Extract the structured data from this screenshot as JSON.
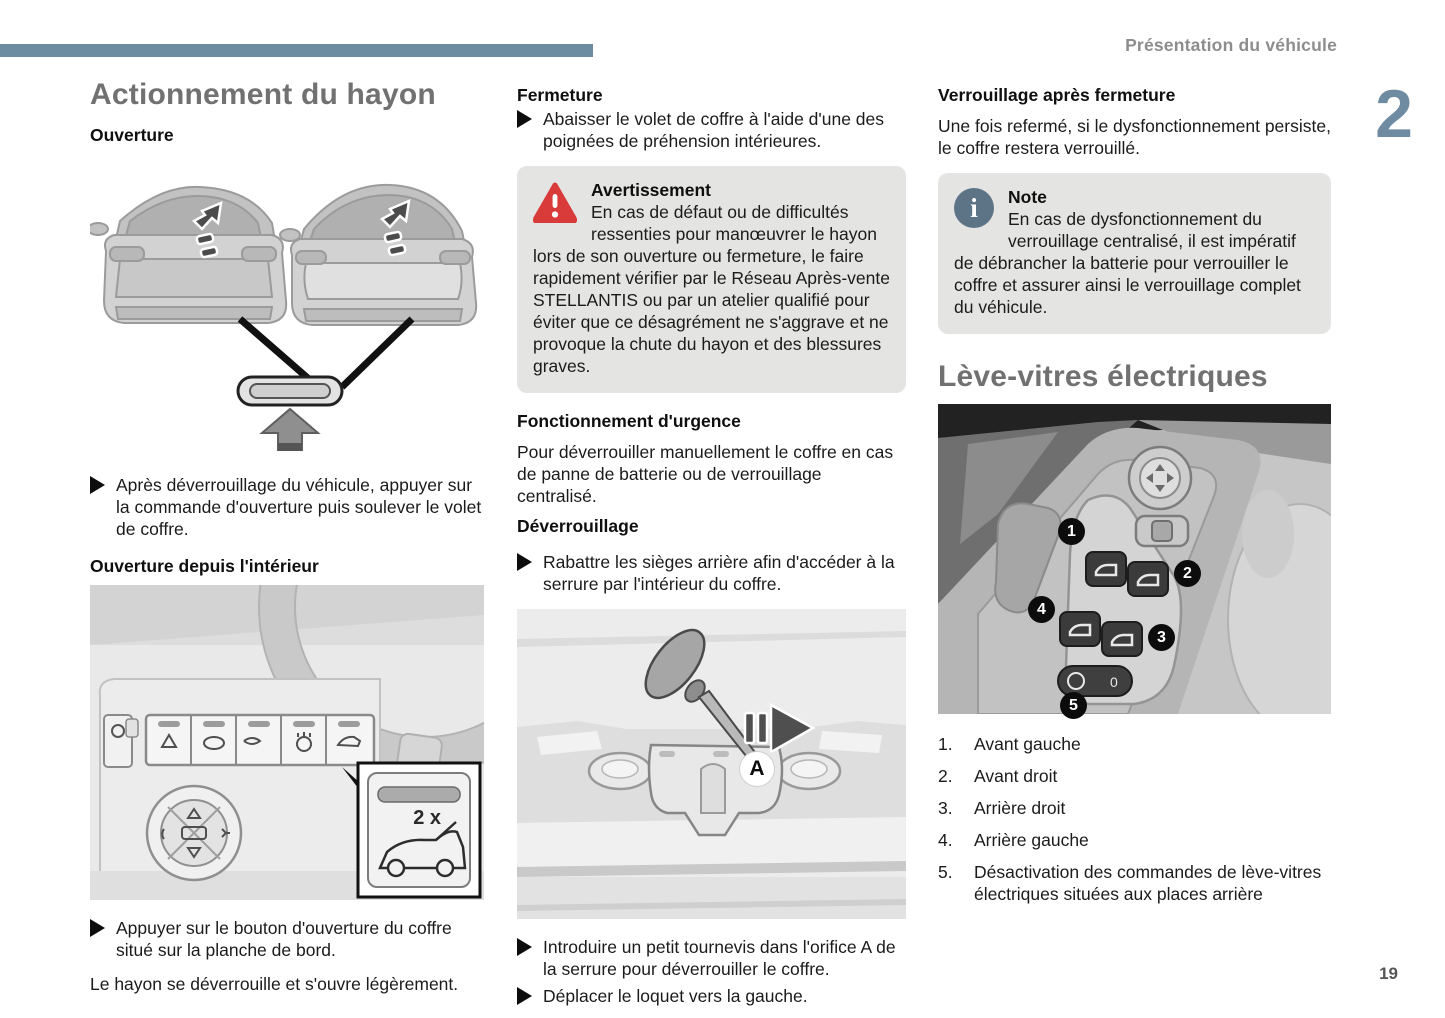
{
  "header": {
    "breadcrumb": "Présentation du véhicule",
    "chapter_number": "2",
    "accent_color": "#6d8ba1"
  },
  "page_number": "19",
  "icons": {
    "warning": "red-rounded-triangle-exclamation",
    "note": "info-circle-i",
    "bullet": "black-right-triangle"
  },
  "colors": {
    "accent": "#6d8ba1",
    "warning_red": "#d93a3a",
    "box_background": "#e4e4e2",
    "title_gray": "#717171"
  },
  "col1": {
    "title": "Actionnement du hayon",
    "section1_heading": "Ouverture",
    "bullet1": "Après déverrouillage du véhicule, appuyer sur la commande d'ouverture puis soulever le volet de coffre.",
    "section2_heading": "Ouverture depuis l'intérieur",
    "inset_label": "2 x",
    "bullet2": "Appuyer sur le bouton d'ouverture du coffre situé sur la planche de bord.",
    "closing_text": "Le hayon se déverrouille et s'ouvre légèrement."
  },
  "col2": {
    "section1_heading": "Fermeture",
    "bullet1": "Abaisser le volet de coffre à l'aide d'une des poignées de préhension intérieures.",
    "warning": {
      "title": "Avertissement",
      "body": "En cas de défaut ou de difficultés ressenties pour manœuvrer le hayon lors de son ouverture ou fermeture, le faire rapidement vérifier par le Réseau Après-vente STELLANTIS ou par un atelier qualifié pour éviter que ce désagrément ne s'aggrave et ne provoque la chute du hayon et des blessures graves."
    },
    "section2_heading": "Fonctionnement d'urgence",
    "para1": "Pour déverrouiller manuellement le coffre en cas de panne de batterie ou de verrouillage centralisé.",
    "section3_heading": "Déverrouillage",
    "bullet2": "Rabattre les sièges arrière afin d'accéder à la serrure par l'intérieur du coffre.",
    "image_label": "A",
    "bullet3": "Introduire un petit tournevis dans l'orifice A de la serrure pour déverrouiller le coffre.",
    "bullet4": "Déplacer le loquet vers la gauche."
  },
  "col3": {
    "section1_heading": "Verrouillage après fermeture",
    "para1": "Une fois refermé, si le dysfonctionnement persiste, le coffre restera verrouillé.",
    "note": {
      "title": "Note",
      "body": "En cas de dysfonctionnement du verrouillage centralisé, il est impératif de débrancher la batterie pour verrouiller le coffre et assurer ainsi le verrouillage complet du véhicule."
    },
    "title2": "Lève-vitres électriques",
    "callouts": [
      "1",
      "2",
      "3",
      "4",
      "5"
    ],
    "list": [
      {
        "num": "1.",
        "text": "Avant gauche"
      },
      {
        "num": "2.",
        "text": "Avant droit"
      },
      {
        "num": "3.",
        "text": "Arrière droit"
      },
      {
        "num": "4.",
        "text": "Arrière gauche"
      },
      {
        "num": "5.",
        "text": "Désactivation des commandes de lève-vitres électriques situées aux places arrière"
      }
    ]
  }
}
